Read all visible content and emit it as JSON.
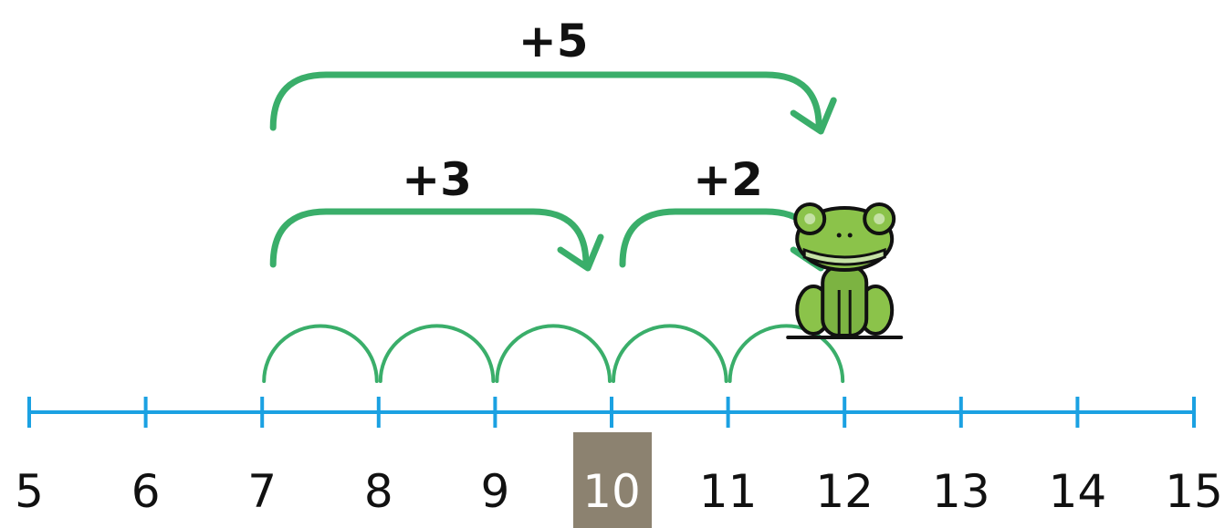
{
  "number_line": {
    "start": 5,
    "end": 15,
    "tick_values": [
      5,
      6,
      7,
      8,
      9,
      10,
      11,
      12,
      13,
      14,
      15
    ],
    "labels": [
      "5",
      "6",
      "7",
      "8",
      "9",
      "10",
      "11",
      "12",
      "13",
      "14",
      "15"
    ],
    "highlighted_value": 10,
    "line_color": "#1ba1e2",
    "highlight_color": "#8c8270"
  },
  "unit_hops": {
    "values": [
      7,
      8,
      9,
      10,
      11
    ],
    "color": "#3aae6a"
  },
  "jumps": [
    {
      "label": "+5",
      "from": 7,
      "to": 12,
      "level": "top"
    },
    {
      "label": "+3",
      "from": 7,
      "to": 10,
      "level": "middle"
    },
    {
      "label": "+2",
      "from": 10,
      "to": 12,
      "level": "middle"
    }
  ],
  "jump_color": "#3aae6a",
  "frog": {
    "icon": "frog-icon",
    "at_value": 12,
    "body_color": "#8bc34a",
    "outline_color": "#111111"
  }
}
